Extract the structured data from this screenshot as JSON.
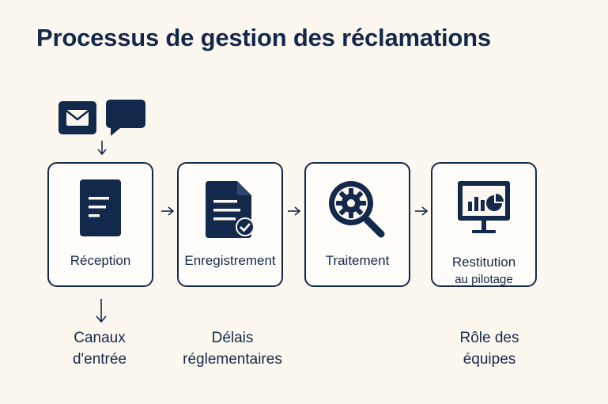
{
  "title": "Processus de gestion des réclamations",
  "steps": [
    {
      "label": "Réception",
      "icon": "document-icon"
    },
    {
      "label": "Enregistrement",
      "icon": "document-check-icon"
    },
    {
      "label": "Traitement",
      "icon": "gear-magnifier-icon"
    },
    {
      "label": "Restitution",
      "sublabel": "au pilotage",
      "icon": "dashboard-chart-icon"
    }
  ],
  "notes": {
    "canaux_line1": "Canaux",
    "canaux_line2": "d'entrée",
    "delais_line1": "Délais",
    "delais_line2": "réglementaires",
    "role_line1": "Rôle des",
    "role_line2": "équipes"
  },
  "input_icons": [
    "mail-icon",
    "chat-bubble-icon"
  ],
  "colors": {
    "primary": "#13294b",
    "background": "#fdf8ef"
  }
}
